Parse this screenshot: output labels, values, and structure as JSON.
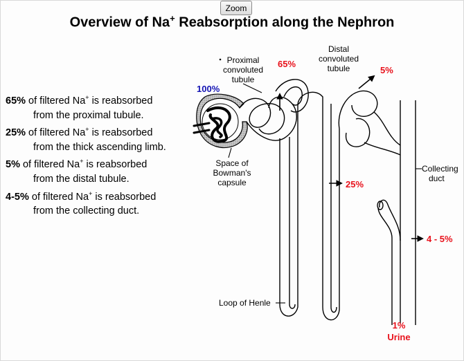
{
  "toolbar": {
    "zoom_label": "Zoom"
  },
  "title": {
    "main": "Overview of Na",
    "sup": "+",
    "rest": " Reabsorption along the Nephron"
  },
  "summary": [
    {
      "pct": "65%",
      "l1": " of filtered Na",
      "sup": "+",
      "l1_end": " is reabsorbed",
      "l2": "from the proximal tubule."
    },
    {
      "pct": "25%",
      "l1": " of filtered Na",
      "sup": "+",
      "l1_end": " is reabsorbed",
      "l2": "from the thick ascending limb."
    },
    {
      "pct": "5%",
      "l1": " of filtered Na",
      "sup": "+",
      "l1_end": " is reabsorbed",
      "l2": "from the distal tubule."
    },
    {
      "pct": "4-5%",
      "l1": " of filtered Na",
      "sup": "+",
      "l1_end": " is reabsorbed",
      "l2": "from the collecting duct."
    }
  ],
  "diagram": {
    "labels": {
      "proximal": [
        "Proximal",
        "convoluted",
        "tubule"
      ],
      "distal": [
        "Distal",
        "convoluted",
        "tubule"
      ],
      "bowman": [
        "Space of",
        "Bowman's",
        "capsule"
      ],
      "collecting": [
        "Collecting",
        "duct"
      ],
      "loop": "Loop of Henle",
      "urine": "Urine"
    },
    "percentages": {
      "filtered": "100%",
      "proximal": "65%",
      "distal": "5%",
      "ascending": "25%",
      "collecting": "4 - 5%",
      "urine": "1%"
    },
    "colors": {
      "red": "#e8121c",
      "blue": "#1414b4"
    }
  }
}
